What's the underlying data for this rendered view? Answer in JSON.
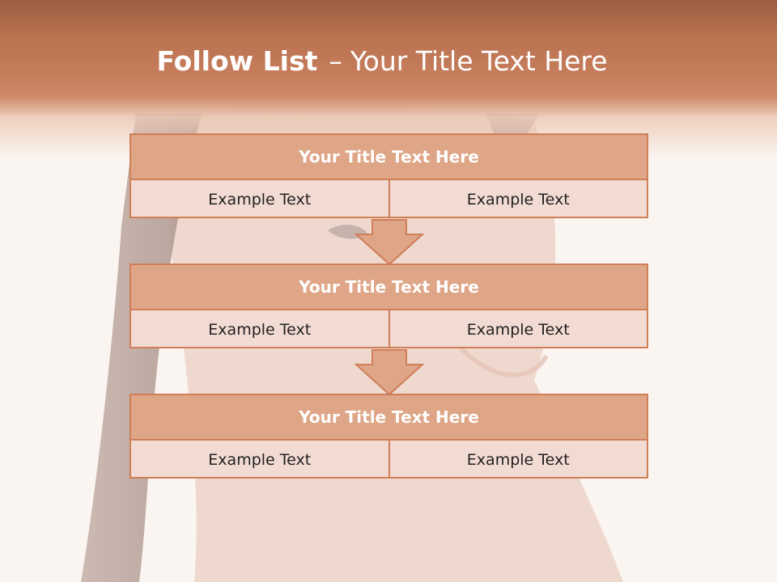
{
  "slide": {
    "title_bold": "Follow List",
    "title_separator": "–",
    "title_rest": "Your Title Text Here"
  },
  "boxes": [
    {
      "title": "Your Title Text Here",
      "left_text": "Example Text",
      "right_text": "Example Text"
    },
    {
      "title": "Your Title Text Here",
      "left_text": "Example Text",
      "right_text": "Example Text"
    },
    {
      "title": "Your Title Text Here",
      "left_text": "Example Text",
      "right_text": "Example Text"
    }
  ],
  "colors": {
    "header": "#c77e5d",
    "box_header": "#dea586",
    "box_body": "#f2dbd3",
    "border": "#cf7e58",
    "background": "#fbf5f2"
  }
}
